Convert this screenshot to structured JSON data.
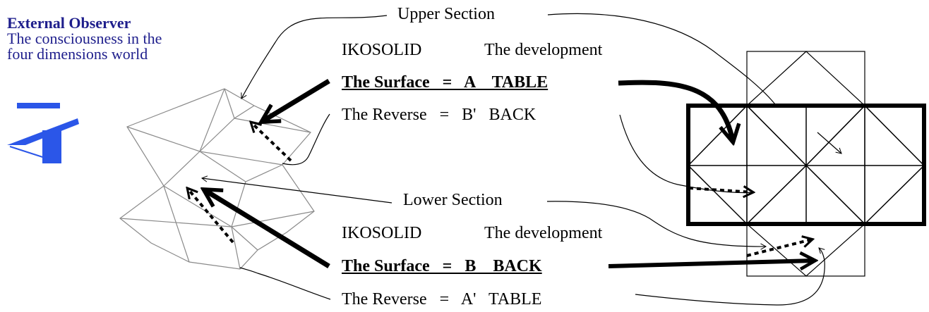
{
  "observer": {
    "title": "External Observer",
    "line1": "The consciousness in the",
    "line2": "four dimensions world",
    "color": "#1e1e8c",
    "icon_color": "#2b56e8",
    "icon": "observer-glyph-icon"
  },
  "upper": {
    "section_label": "Upper Section",
    "heading_left": "IKOSOLID",
    "heading_right": "The development",
    "surface": "The Surface   =   A    TABLE",
    "reverse": "The Reverse   =   B'   BACK"
  },
  "lower": {
    "section_label": "Lower Section",
    "heading_left": "IKOSOLID",
    "heading_right": "The development",
    "surface": "The Surface   =   B    BACK",
    "reverse": "The Reverse   =   A'   TABLE"
  }
}
